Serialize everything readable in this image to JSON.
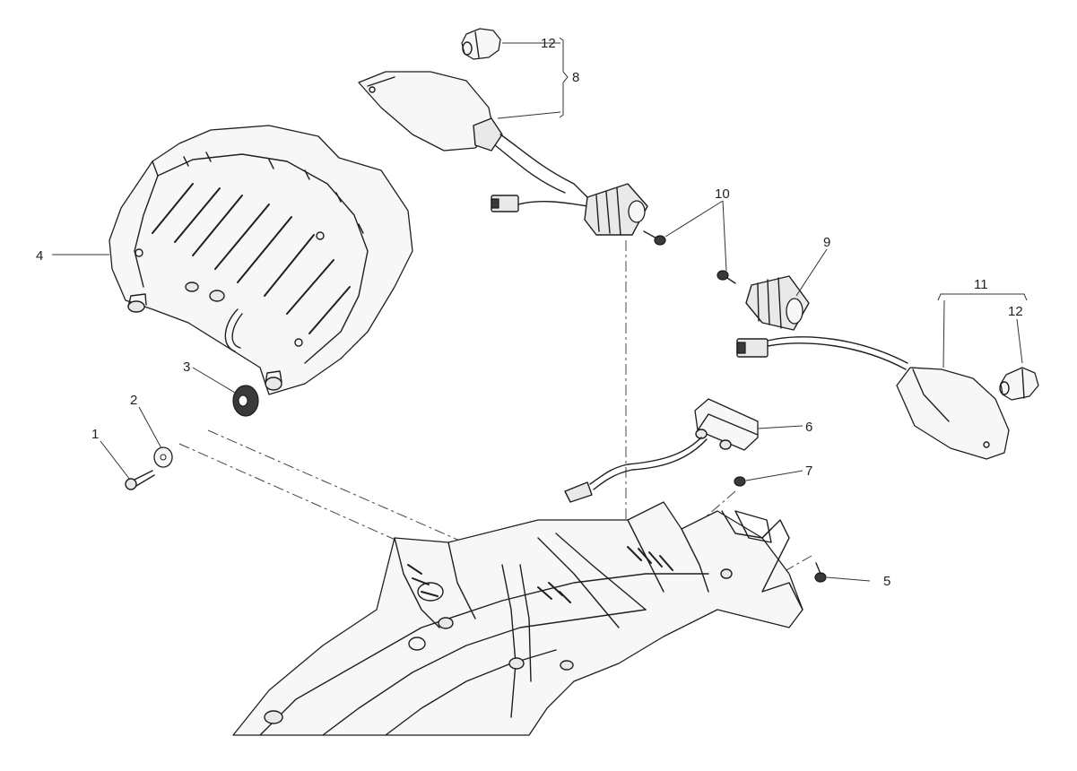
{
  "callouts": {
    "c1": "1",
    "c2": "2",
    "c3": "3",
    "c4": "4",
    "c5": "5",
    "c6": "6",
    "c7": "7",
    "c8": "8",
    "c9": "9",
    "c10": "10",
    "c11": "11",
    "c12_top": "12",
    "c12_right": "12"
  }
}
